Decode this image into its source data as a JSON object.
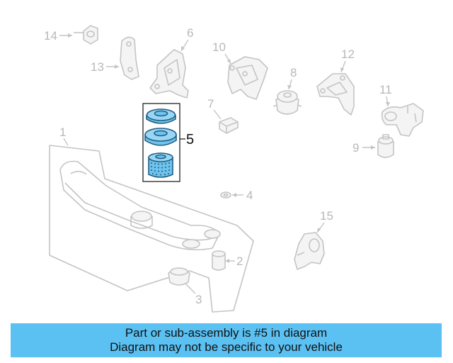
{
  "diagram": {
    "callouts": {
      "c1": "1",
      "c2": "2",
      "c3": "3",
      "c4": "4",
      "c5": "5",
      "c6": "6",
      "c7": "7",
      "c8": "8",
      "c9": "9",
      "c10": "10",
      "c11": "11",
      "c12": "12",
      "c13": "13",
      "c14": "14",
      "c15": "15"
    },
    "highlight_color": "#6fc3ec",
    "outline_color": "#c4c4c4"
  },
  "banner": {
    "line1": "Part or sub-assembly is #5 in diagram",
    "line2": "Diagram may not be specific to your vehicle",
    "background": "#5bc1f2"
  }
}
